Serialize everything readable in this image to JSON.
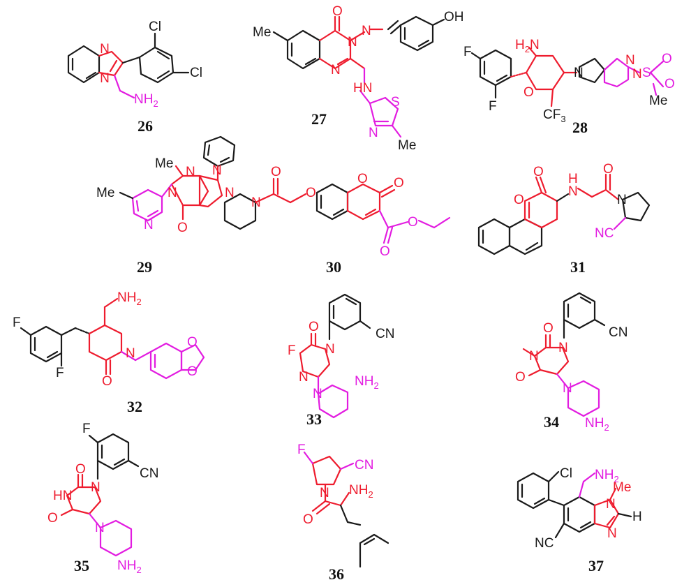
{
  "colors": {
    "black": "#1a1a1a",
    "red": "#ee1c2e",
    "magenta": "#e21ce0"
  },
  "compounds": [
    {
      "id": "26",
      "labels": [
        "Cl",
        "Cl",
        "NH2"
      ]
    },
    {
      "id": "27",
      "labels": [
        "Me",
        "O",
        "N",
        "N",
        "OH",
        "N",
        "HN",
        "S",
        "N",
        "Me"
      ]
    },
    {
      "id": "28",
      "labels": [
        "F",
        "H2N",
        "F",
        "O",
        "CF3",
        "N",
        "N",
        "N",
        "S",
        "O",
        "O",
        "Me"
      ]
    },
    {
      "id": "29",
      "labels": [
        "Me",
        "N",
        "N",
        "N",
        "N",
        "Me",
        "N",
        "O"
      ]
    },
    {
      "id": "30",
      "labels": [
        "N",
        "O",
        "O",
        "O",
        "O",
        "O",
        "O"
      ]
    },
    {
      "id": "31",
      "labels": [
        "O",
        "O",
        "H",
        "N",
        "O",
        "N",
        "NC"
      ]
    },
    {
      "id": "32",
      "labels": [
        "NH2",
        "F",
        "F",
        "N",
        "O",
        "O",
        "O"
      ]
    },
    {
      "id": "33",
      "labels": [
        "CN",
        "F",
        "O",
        "N",
        "N",
        "N",
        "NH2"
      ]
    },
    {
      "id": "34",
      "labels": [
        "CN",
        "O",
        "N",
        "N",
        "O",
        "N",
        "NH2"
      ]
    },
    {
      "id": "35",
      "labels": [
        "F",
        "CN",
        "O",
        "HN",
        "N",
        "O",
        "N",
        "NH2"
      ]
    },
    {
      "id": "36",
      "labels": [
        "F",
        "CN",
        "N",
        "NH2",
        "O"
      ]
    },
    {
      "id": "37",
      "labels": [
        "Cl",
        "NH2",
        "Me",
        "N",
        "N",
        "H",
        "NC"
      ]
    }
  ]
}
